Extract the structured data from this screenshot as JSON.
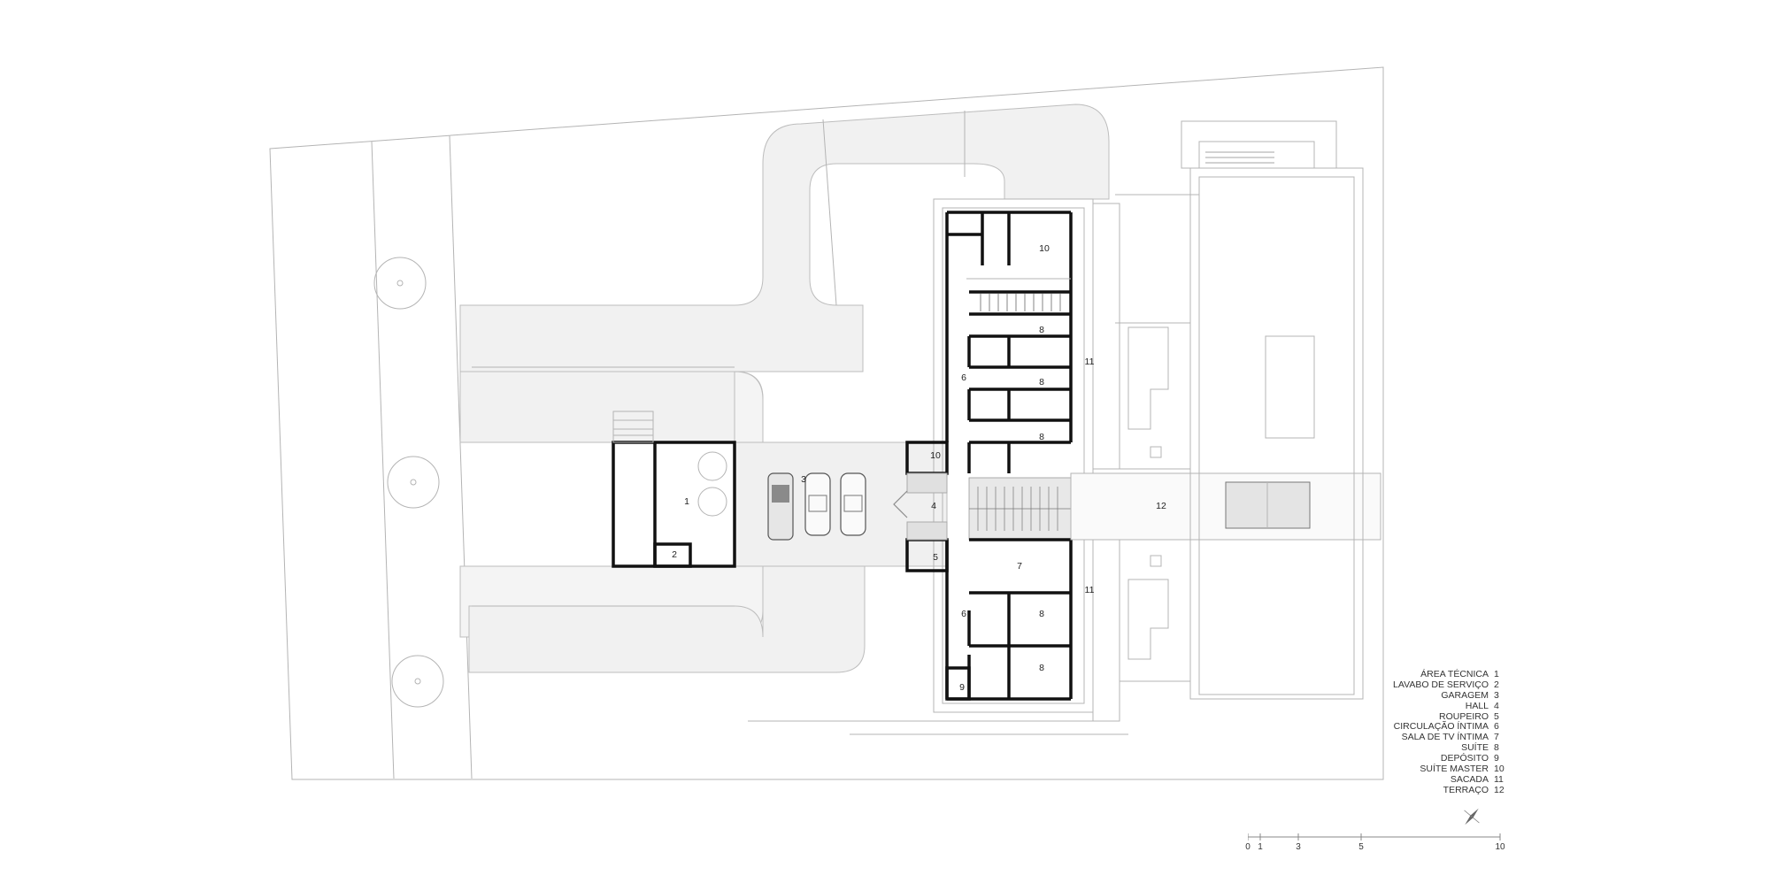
{
  "rooms": [
    {
      "id": "1",
      "label": "1"
    },
    {
      "id": "2",
      "label": "2"
    },
    {
      "id": "3",
      "label": "3"
    },
    {
      "id": "4",
      "label": "4"
    },
    {
      "id": "5",
      "label": "5"
    },
    {
      "id": "6",
      "label": "6"
    },
    {
      "id": "7",
      "label": "7"
    },
    {
      "id": "8",
      "label": "8"
    },
    {
      "id": "9",
      "label": "9"
    },
    {
      "id": "10",
      "label": "10"
    },
    {
      "id": "11",
      "label": "11"
    },
    {
      "id": "12",
      "label": "12"
    }
  ],
  "legend": [
    {
      "name": "ÁREA TÉCNICA",
      "num": "1"
    },
    {
      "name": "LAVABO DE SERVIÇO",
      "num": "2"
    },
    {
      "name": "GARAGEM",
      "num": "3"
    },
    {
      "name": "HALL",
      "num": "4"
    },
    {
      "name": "ROUPEIRO",
      "num": "5"
    },
    {
      "name": "CIRCULAÇÃO ÍNTIMA",
      "num": "6"
    },
    {
      "name": "SALA DE TV ÍNTIMA",
      "num": "7"
    },
    {
      "name": "SUÍTE",
      "num": "8"
    },
    {
      "name": "DEPÓSITO",
      "num": "9"
    },
    {
      "name": "SUÍTE MASTER",
      "num": "10"
    },
    {
      "name": "SACADA",
      "num": "11"
    },
    {
      "name": "TERRAÇO",
      "num": "12"
    }
  ],
  "scale_bar": {
    "labels": [
      "0",
      "1",
      "3",
      "5",
      "10"
    ]
  }
}
